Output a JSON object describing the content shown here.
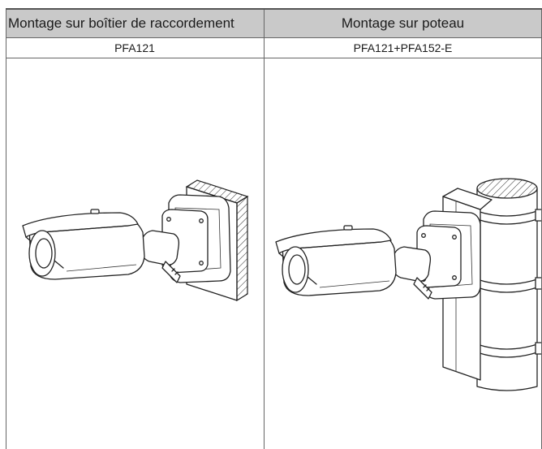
{
  "table": {
    "headers": [
      "Montage sur boîtier de raccordement",
      "Montage sur poteau"
    ],
    "models": [
      "PFA121",
      "PFA121+PFA152-E"
    ]
  }
}
